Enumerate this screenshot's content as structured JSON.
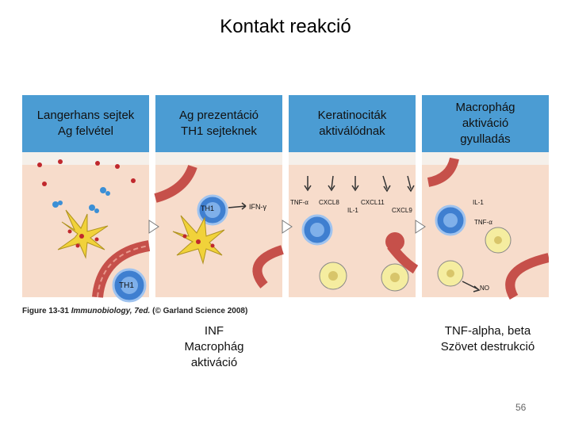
{
  "title": "Kontakt reakció",
  "panels": [
    {
      "label": "Langerhans sejtek\nAg felvétel"
    },
    {
      "label": "Ag prezentáció\nTH1 sejteknek"
    },
    {
      "label": "Keratinociták\naktiválódnak"
    },
    {
      "label": "Macrophág\naktiváció\ngyulladás"
    }
  ],
  "diagram_labels": {
    "th1_cell_1": "TH1",
    "th1_cell_2": "TH1",
    "ifn_gamma": "IFN-γ",
    "tnf_alpha_1": "TNF-α",
    "cxcl8": "CXCL8",
    "cxcl11": "CXCL11",
    "il1_1": "IL-1",
    "cxcl9": "CXCL9",
    "il1_2": "IL-1",
    "tnf_alpha_2": "TNF-α",
    "no": "NO"
  },
  "caption": {
    "figure": "Figure 13-31",
    "book": "Immunobiology, 7ed.",
    "copyright": "(© Garland Science 2008)"
  },
  "subtexts": {
    "left": "INF\nMacrophág\naktiváció",
    "right": "TNF-alpha, beta\nSzövet destrukció"
  },
  "page_number": "56",
  "colors": {
    "label_box": "#4b9cd3",
    "tissue": "#f7dccb",
    "vessel": "#c6504a",
    "cell_blue": "#3f7fd0",
    "macrophage": "#f5eda0",
    "langerhans": "#f1d23a"
  }
}
